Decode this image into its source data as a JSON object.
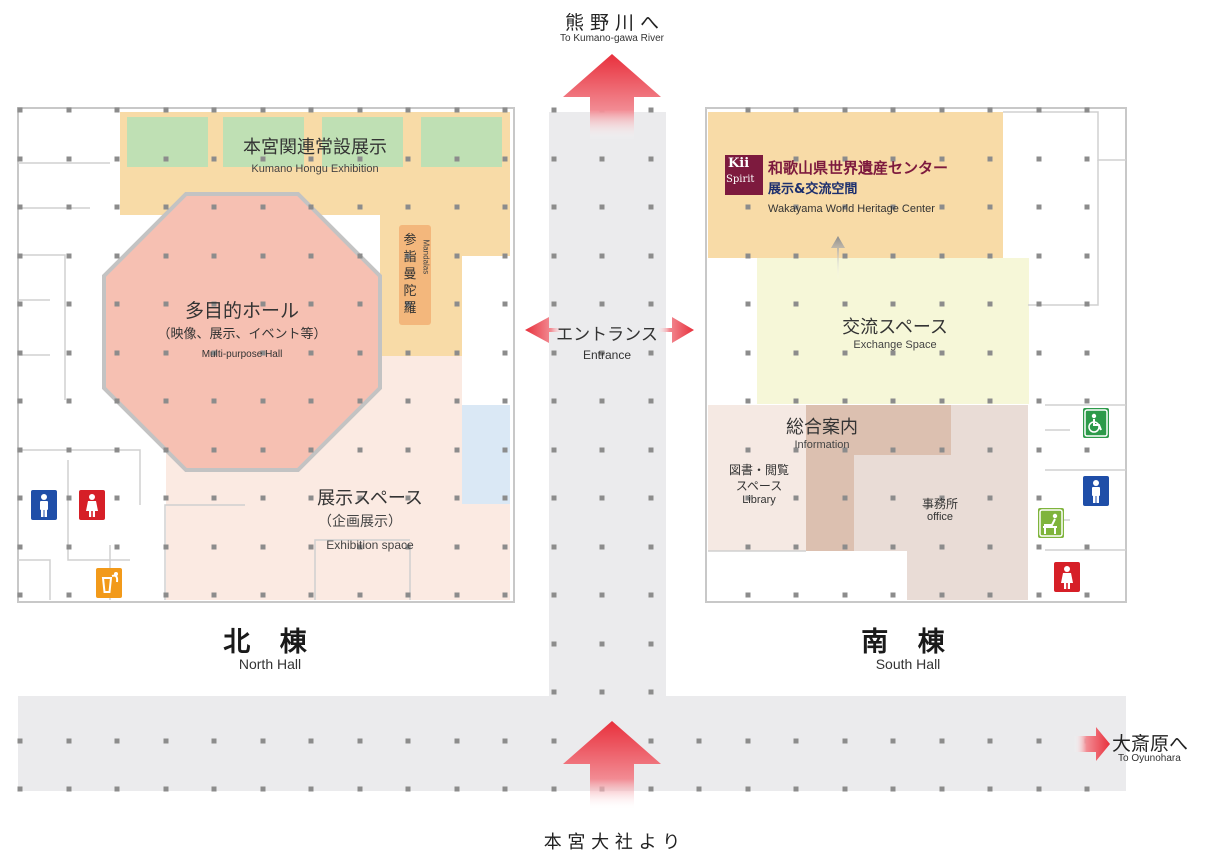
{
  "top": {
    "destination_jp": "熊 野 川 へ",
    "destination_en": "To Kumano-gawa River"
  },
  "bottom": {
    "origin_jp": "本 宮 大 社 よ り"
  },
  "right": {
    "destination_jp": "大斎原へ",
    "destination_en": "To Oyunohara"
  },
  "entrance": {
    "label_jp": "エントランス",
    "label_en": "Entrance"
  },
  "north_hall": {
    "title_jp": "北 棟",
    "title_en": "North Hall",
    "hongu_exhibition": {
      "jp": "本宮関連常設展示",
      "en": "Kumano Hongu Exhibition"
    },
    "mandala": {
      "jp_chars": [
        "参",
        "詣",
        "曼",
        "陀",
        "羅"
      ],
      "en": "Mandalas"
    },
    "multipurpose_hall": {
      "jp": "多目的ホール",
      "jp_sub": "（映像、展示、イベント等）",
      "en": "Multi-purpose Hall"
    },
    "exhibition_space": {
      "jp": "展示スペース",
      "jp_sub": "（企画展示）",
      "en": "Exhibition space"
    }
  },
  "south_hall": {
    "title_jp": "南 棟",
    "title_en": "South Hall",
    "heritage_center": {
      "logo_line1": "Kii",
      "logo_line2": "Spirit",
      "jp_title": "和歌山県世界遺産センター",
      "jp_sub": "展示&交流空間",
      "en": "Wakayama World Heritage Center"
    },
    "exchange_space": {
      "jp": "交流スペース",
      "en": "Exchange Space"
    },
    "information": {
      "jp": "総合案内",
      "en": "Information"
    },
    "library": {
      "jp_line1": "図書・閲覧",
      "jp_line2": "スペース",
      "en": "Library"
    },
    "office": {
      "jp": "事務所",
      "en": "office"
    }
  },
  "icons": {
    "north": [
      "mens-restroom-icon",
      "womens-restroom-icon",
      "water-fountain-icon"
    ],
    "south": [
      "accessible-restroom-icon",
      "mens-restroom-icon",
      "baby-changing-icon",
      "womens-restroom-icon"
    ]
  },
  "colors": {
    "hongu_orange": "#f8dba7",
    "green_panel": "#bfe0b4",
    "octagon": "#f6c0b2",
    "exhibition_pink": "#fbeae2",
    "blue_panel": "#dae8f5",
    "exchange_yellow": "#f6f7d8",
    "brown_panel": "#dcc0b0",
    "arrow_red": "#e8303c",
    "corridor": "#ebebed",
    "mens_blue": "#1f4ea8",
    "womens_red": "#d61f27",
    "accessible_green": "#2d9a4a",
    "fountain_orange": "#f29a1a",
    "kii_maroon": "#7d1a3e"
  }
}
